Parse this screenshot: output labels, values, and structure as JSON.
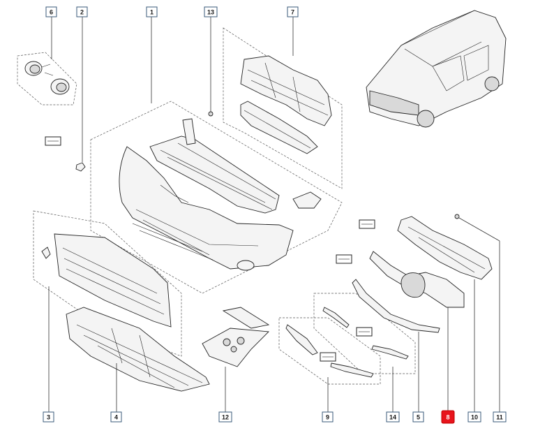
{
  "diagram": {
    "highlight_color": "#e8141c",
    "labels": [
      "6",
      "2",
      "1",
      "13",
      "7",
      "3",
      "4",
      "12",
      "9",
      "14",
      "5",
      "8",
      "10",
      "11"
    ],
    "highlighted_label": "8"
  }
}
